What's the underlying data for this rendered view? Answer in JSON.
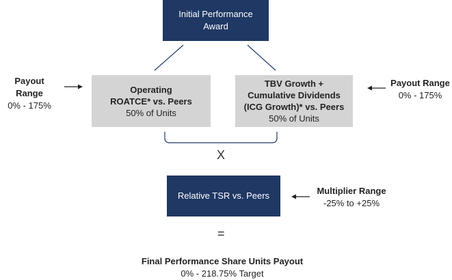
{
  "top_box": {
    "line1": "Initial Performance",
    "line2": "Award"
  },
  "left_box": {
    "line1": "Operating",
    "line2": "ROATCE* vs. Peers",
    "line3": "50% of Units"
  },
  "right_box": {
    "line1": "TBV Growth +",
    "line2": "Cumulative Dividends",
    "line3": "(ICG Growth)* vs. Peers",
    "line4": "50% of Units"
  },
  "left_payout": {
    "title": "Payout Range",
    "range": "0% - 175%"
  },
  "right_payout": {
    "title": "Payout Range",
    "range": "0% - 175%"
  },
  "multiply_symbol": "X",
  "tsr_box": {
    "label": "Relative TSR vs. Peers"
  },
  "multiplier": {
    "title": "Multiplier Range",
    "range": "-25% to +25%"
  },
  "equals_symbol": "=",
  "final": {
    "title": "Final Performance Share Units Payout",
    "range": "0% - 218.75% Target"
  },
  "colors": {
    "navy": "#1f3864",
    "gray": "#d4d4d4"
  }
}
